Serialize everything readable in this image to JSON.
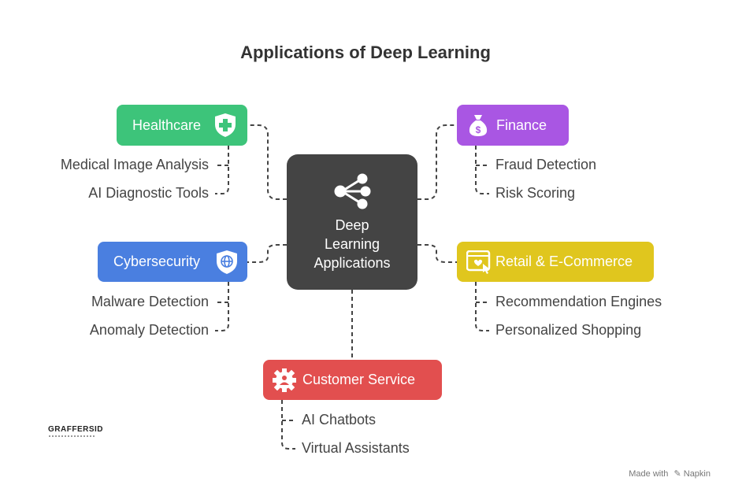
{
  "title": "Applications of Deep Learning",
  "center": {
    "lines": [
      "Deep",
      "Learning",
      "Applications"
    ],
    "icon": "share-nodes-icon",
    "color": "#444444"
  },
  "categories": [
    {
      "label": "Healthcare",
      "icon": "shield-plus-icon",
      "color": "#3DC47A",
      "items": [
        "Medical Image Analysis",
        "AI Diagnostic Tools"
      ]
    },
    {
      "label": "Finance",
      "icon": "money-bag-icon",
      "color": "#A956E3",
      "items": [
        "Fraud Detection",
        "Risk Scoring"
      ]
    },
    {
      "label": "Cybersecurity",
      "icon": "shield-globe-icon",
      "color": "#4A7FE0",
      "items": [
        "Malware Detection",
        "Anomaly Detection"
      ]
    },
    {
      "label": "Retail & E-Commerce",
      "icon": "shopping-window-icon",
      "color": "#E0C61E",
      "items": [
        "Recommendation Engines",
        "Personalized Shopping"
      ]
    },
    {
      "label": "Customer Service",
      "icon": "gear-person-icon",
      "color": "#E24F4F",
      "items": [
        "AI Chatbots",
        "Virtual Assistants"
      ]
    }
  ],
  "logo": "GRAFFERSID",
  "footer": {
    "made_with": "Made with",
    "brand": "Napkin"
  }
}
